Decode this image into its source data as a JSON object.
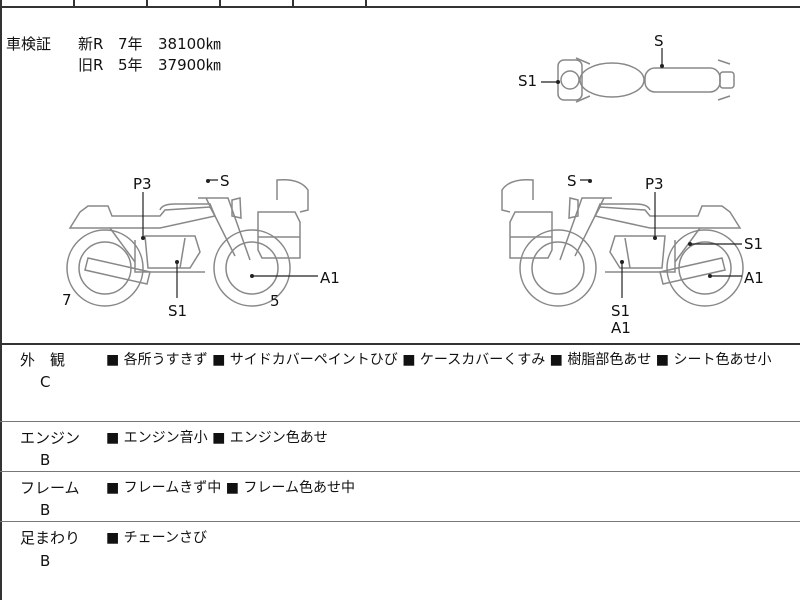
{
  "inspection": {
    "label": "車検証",
    "rows": [
      {
        "type": "新R",
        "years": "7年",
        "mileage": "38100㎞"
      },
      {
        "type": "旧R",
        "years": "5年",
        "mileage": "37900㎞"
      }
    ]
  },
  "diagram": {
    "top_view": {
      "s": "S",
      "s1": "S1"
    },
    "left_side": {
      "p3": "P3",
      "s": "S",
      "s1": "S1",
      "a1": "A1",
      "rear_tire": "7",
      "front_tire": "5"
    },
    "right_side": {
      "s": "S",
      "p3": "P3",
      "s1_rear": "S1",
      "a1_rear": "A1",
      "s1": "S1",
      "a1": "A1"
    }
  },
  "sections": [
    {
      "title": "外　観",
      "grade": "C",
      "notes": "■ 各所うすきず ■ サイドカバーペイントひび ■ ケースカバーくすみ ■ 樹脂部色あせ ■ シート色あせ小"
    },
    {
      "title": "エンジン",
      "grade": "B",
      "notes": "■ エンジン音小 ■ エンジン色あせ"
    },
    {
      "title": "フレーム",
      "grade": "B",
      "notes": "■ フレームきず中 ■ フレーム色あせ中"
    },
    {
      "title": "足まわり",
      "grade": "B",
      "notes": "■ チェーンさび"
    }
  ]
}
